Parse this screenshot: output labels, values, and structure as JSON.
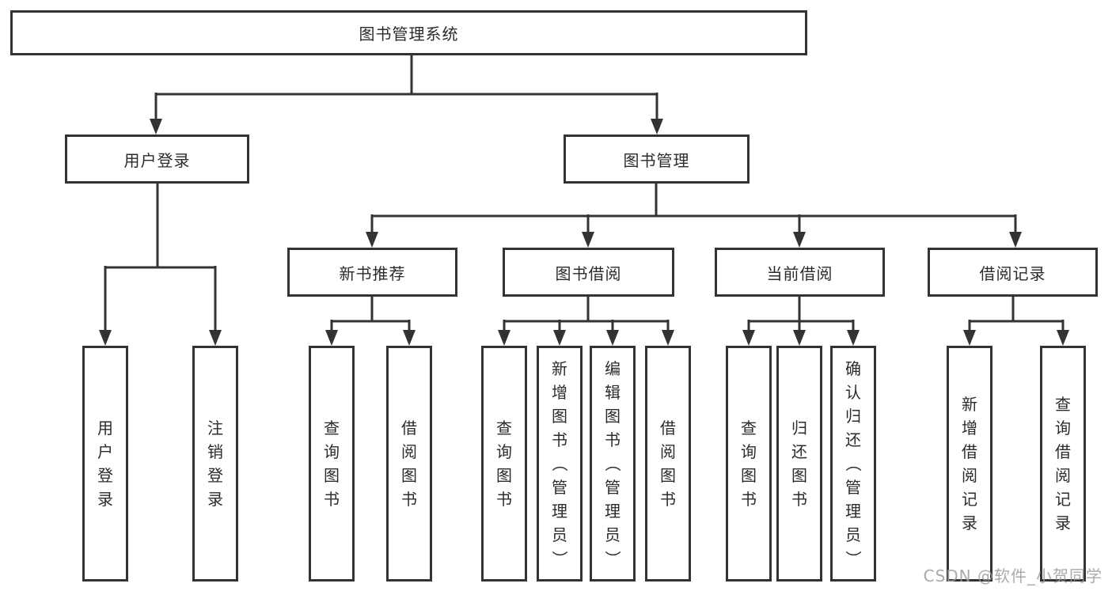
{
  "diagram": {
    "title": "图书管理系统",
    "branches": [
      {
        "label": "用户登录",
        "children": [
          {
            "label": "用户登录"
          },
          {
            "label": "注销登录"
          }
        ]
      },
      {
        "label": "图书管理",
        "children": [
          {
            "label": "新书推荐",
            "children": [
              {
                "label": "查询图书"
              },
              {
                "label": "借阅图书"
              }
            ]
          },
          {
            "label": "图书借阅",
            "children": [
              {
                "label": "查询图书"
              },
              {
                "label": "新增图书（管理员）"
              },
              {
                "label": "编辑图书（管理员）"
              },
              {
                "label": "借阅图书"
              }
            ]
          },
          {
            "label": "当前借阅",
            "children": [
              {
                "label": "查询图书"
              },
              {
                "label": "归还图书"
              },
              {
                "label": "确认归还（管理员）"
              }
            ]
          },
          {
            "label": "借阅记录",
            "children": [
              {
                "label": "新增借阅记录"
              },
              {
                "label": "查询借阅记录"
              }
            ]
          }
        ]
      }
    ]
  },
  "watermark": {
    "text": "CSDN @软件_小贺同学"
  },
  "colors": {
    "line": "#333333",
    "border": "#333333",
    "text": "#2b2b2b",
    "watermark": "#9b9b9b",
    "background": "#ffffff"
  }
}
